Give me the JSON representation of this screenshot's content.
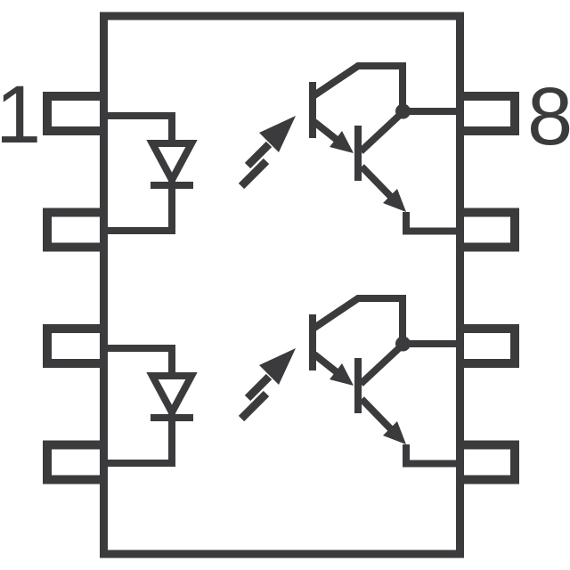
{
  "diagram": {
    "kind": "component-schematic",
    "device": "dual-channel-optocoupler-photodarlington-8pin",
    "pin_labels": {
      "top_left": "1",
      "top_right": "8"
    },
    "channels": [
      {
        "name": "channel-1",
        "parts": [
          "led",
          "light-flash-arrow",
          "darlington-phototransistor"
        ]
      },
      {
        "name": "channel-2",
        "parts": [
          "led",
          "light-flash-arrow",
          "darlington-phototransistor"
        ]
      }
    ],
    "pin_count_per_side": 4
  },
  "colors": {
    "line": "#3b3b3d",
    "background": "#ffffff"
  }
}
